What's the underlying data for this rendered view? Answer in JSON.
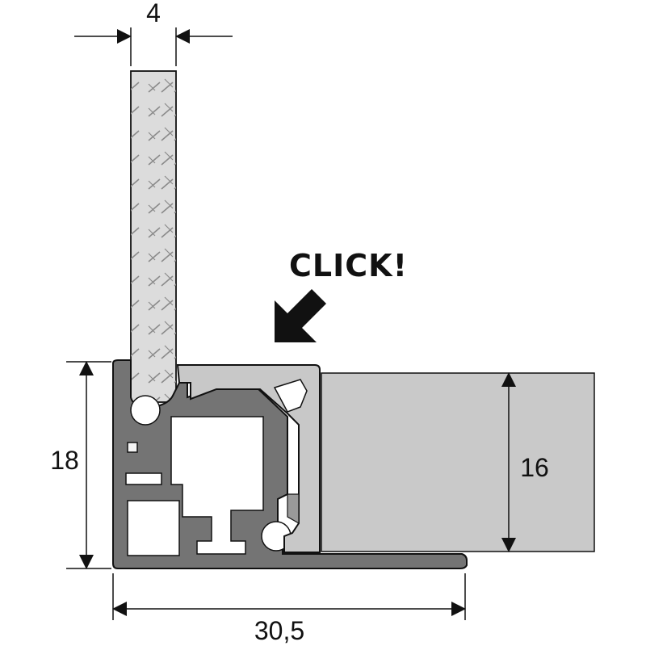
{
  "dimensions": {
    "glass_thickness": "4",
    "profile_height": "18",
    "panel_height": "16",
    "profile_width": "30,5"
  },
  "callout": {
    "text": "CLICK!"
  },
  "colors": {
    "profile_dark": "#737373",
    "profile_mid": "#8c8c8c",
    "clip_light": "#c8c8c8",
    "panel_fill": "#c9c9c9",
    "glass_fill": "#dcdcdc",
    "line": "#111111"
  }
}
